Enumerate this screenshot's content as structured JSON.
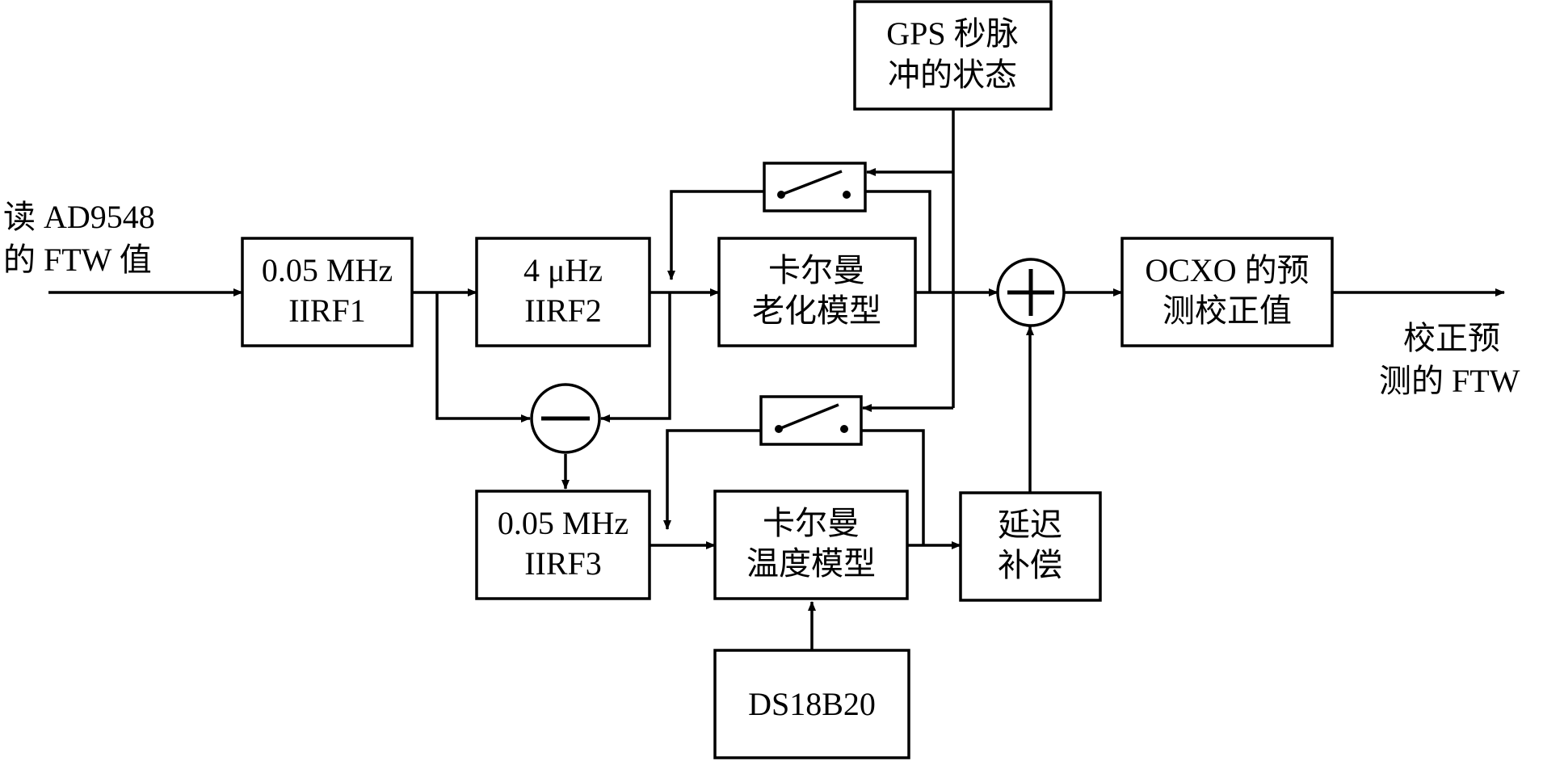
{
  "input_label": [
    "读 AD9548",
    "的 FTW 值"
  ],
  "output_label": [
    "校正预",
    "测的 FTW"
  ],
  "blocks": {
    "iirf1": [
      "0.05 MHz",
      "IIRF1"
    ],
    "iirf2": [
      "4 μHz",
      "IIRF2"
    ],
    "aging_model": [
      "卡尔曼",
      "老化模型"
    ],
    "gps_pps": [
      "GPS 秒脉",
      "冲的状态"
    ],
    "ocxo_correction": [
      "OCXO 的预",
      "测校正值"
    ],
    "iirf3": [
      "0.05 MHz",
      "IIRF3"
    ],
    "temp_model": [
      "卡尔曼",
      "温度模型"
    ],
    "delay_comp": [
      "延迟",
      "补偿"
    ],
    "sensor": [
      "DS18B20"
    ]
  },
  "summing_junctions": {
    "adder": "+",
    "subtractor": "−"
  }
}
